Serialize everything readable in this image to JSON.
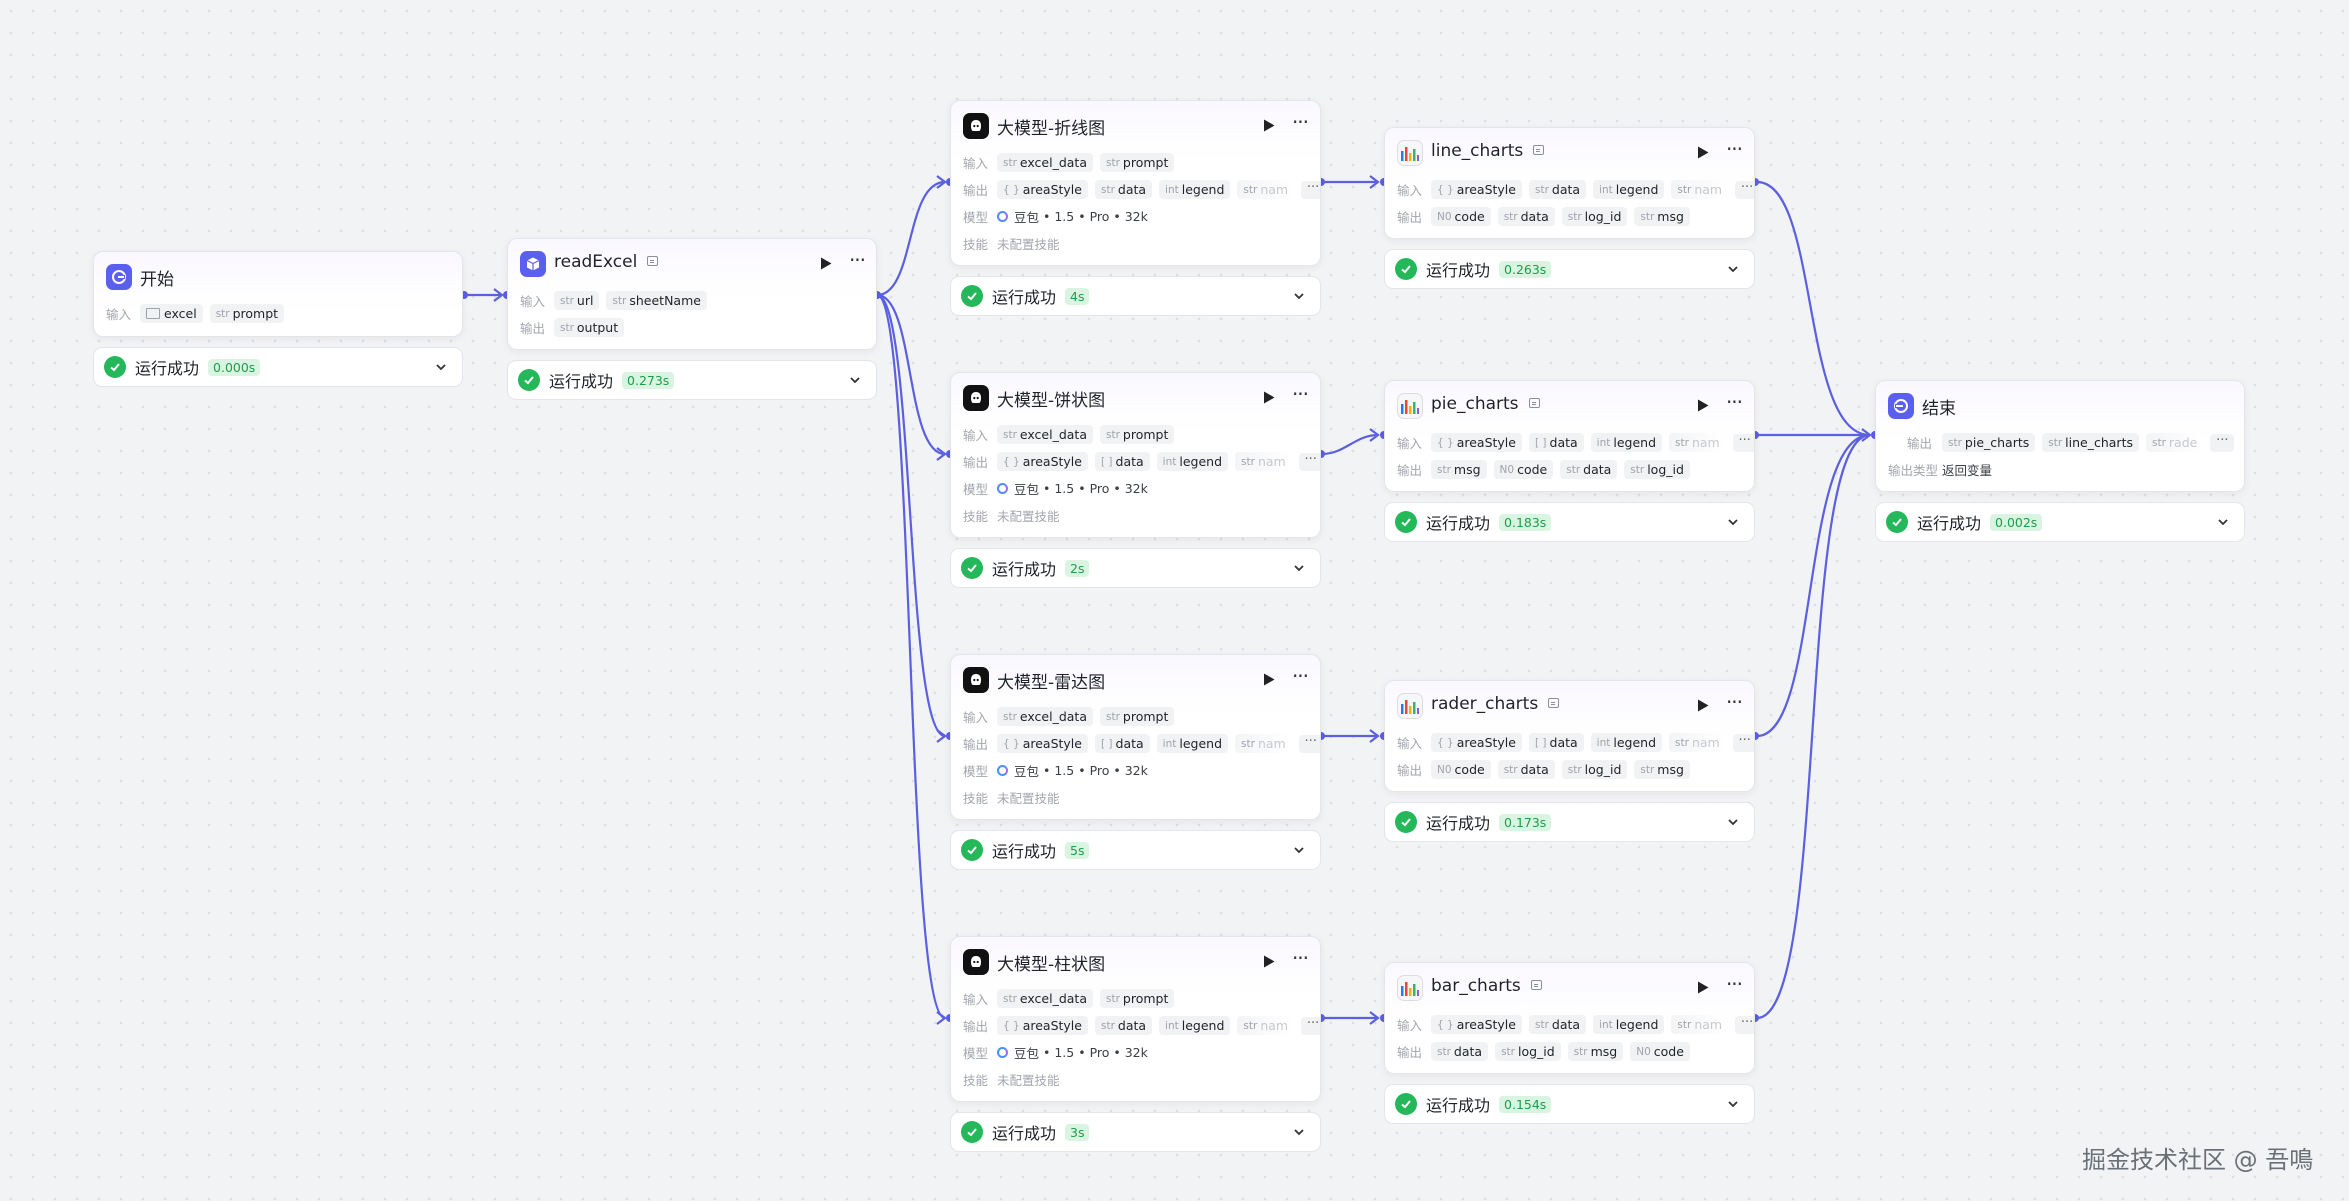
{
  "status_text": "运行成功",
  "watermark": "掘金技术社区 @ 吾鳴",
  "labels": {
    "input": "输入",
    "output": "输出",
    "model": "模型",
    "skill": "技能",
    "output_type": "输出类型",
    "no_skill": "未配置技能"
  },
  "model": {
    "name": "豆包",
    "ver": "1.5",
    "tier": "Pro",
    "ctx": "32k"
  },
  "colors": {
    "accent": "#5b5ff0",
    "edge": "#5b5fe0",
    "success": "#24b85a"
  },
  "nodes": {
    "start": {
      "title": "开始",
      "icon": "start-icon",
      "time": "0.000s",
      "inputs": [
        {
          "type": "folder",
          "name": "excel"
        },
        {
          "type": "str",
          "name": "prompt"
        }
      ]
    },
    "read": {
      "title": "readExcel",
      "icon": "cube-icon",
      "time": "0.273s",
      "inputs": [
        {
          "type": "str",
          "name": "url"
        },
        {
          "type": "str",
          "name": "sheetName"
        }
      ],
      "outputs": [
        {
          "type": "str",
          "name": "output"
        }
      ]
    },
    "llm1": {
      "title": "大模型-折线图",
      "icon": "llm-icon",
      "time": "4s",
      "inputs": [
        {
          "type": "str",
          "name": "excel_data"
        },
        {
          "type": "str",
          "name": "prompt"
        }
      ],
      "outputs": [
        {
          "type": "{ }",
          "name": "areaStyle"
        },
        {
          "type": "str",
          "name": "data"
        },
        {
          "type": "int",
          "name": "legend"
        },
        {
          "type": "str",
          "name": "nam"
        }
      ]
    },
    "llm2": {
      "title": "大模型-饼状图",
      "icon": "llm-icon",
      "time": "2s",
      "inputs": [
        {
          "type": "str",
          "name": "excel_data"
        },
        {
          "type": "str",
          "name": "prompt"
        }
      ],
      "outputs": [
        {
          "type": "{ }",
          "name": "areaStyle"
        },
        {
          "type": "[ ]",
          "name": "data"
        },
        {
          "type": "int",
          "name": "legend"
        },
        {
          "type": "str",
          "name": "nam"
        }
      ]
    },
    "llm3": {
      "title": "大模型-雷达图",
      "icon": "llm-icon",
      "time": "5s",
      "inputs": [
        {
          "type": "str",
          "name": "excel_data"
        },
        {
          "type": "str",
          "name": "prompt"
        }
      ],
      "outputs": [
        {
          "type": "{ }",
          "name": "areaStyle"
        },
        {
          "type": "[ ]",
          "name": "data"
        },
        {
          "type": "int",
          "name": "legend"
        },
        {
          "type": "str",
          "name": "nam"
        }
      ]
    },
    "llm4": {
      "title": "大模型-柱状图",
      "icon": "llm-icon",
      "time": "3s",
      "inputs": [
        {
          "type": "str",
          "name": "excel_data"
        },
        {
          "type": "str",
          "name": "prompt"
        }
      ],
      "outputs": [
        {
          "type": "{ }",
          "name": "areaStyle"
        },
        {
          "type": "str",
          "name": "data"
        },
        {
          "type": "int",
          "name": "legend"
        },
        {
          "type": "str",
          "name": "nam"
        }
      ]
    },
    "p1": {
      "title": "line_charts",
      "icon": "chart-plugin-icon",
      "time": "0.263s",
      "inputs": [
        {
          "type": "{ }",
          "name": "areaStyle"
        },
        {
          "type": "str",
          "name": "data"
        },
        {
          "type": "int",
          "name": "legend"
        },
        {
          "type": "str",
          "name": "nam"
        }
      ],
      "outputs": [
        {
          "type": "N0",
          "name": "code"
        },
        {
          "type": "str",
          "name": "data"
        },
        {
          "type": "str",
          "name": "log_id"
        },
        {
          "type": "str",
          "name": "msg"
        }
      ]
    },
    "p2": {
      "title": "pie_charts",
      "icon": "chart-plugin-icon",
      "time": "0.183s",
      "inputs": [
        {
          "type": "{ }",
          "name": "areaStyle"
        },
        {
          "type": "[ ]",
          "name": "data"
        },
        {
          "type": "int",
          "name": "legend"
        },
        {
          "type": "str",
          "name": "nam"
        }
      ],
      "outputs": [
        {
          "type": "str",
          "name": "msg"
        },
        {
          "type": "N0",
          "name": "code"
        },
        {
          "type": "str",
          "name": "data"
        },
        {
          "type": "str",
          "name": "log_id"
        }
      ]
    },
    "p3": {
      "title": "rader_charts",
      "icon": "chart-plugin-icon",
      "time": "0.173s",
      "inputs": [
        {
          "type": "{ }",
          "name": "areaStyle"
        },
        {
          "type": "[ ]",
          "name": "data"
        },
        {
          "type": "int",
          "name": "legend"
        },
        {
          "type": "str",
          "name": "nam"
        }
      ],
      "outputs": [
        {
          "type": "N0",
          "name": "code"
        },
        {
          "type": "str",
          "name": "data"
        },
        {
          "type": "str",
          "name": "log_id"
        },
        {
          "type": "str",
          "name": "msg"
        }
      ]
    },
    "p4": {
      "title": "bar_charts",
      "icon": "chart-plugin-icon",
      "time": "0.154s",
      "inputs": [
        {
          "type": "{ }",
          "name": "areaStyle"
        },
        {
          "type": "str",
          "name": "data"
        },
        {
          "type": "int",
          "name": "legend"
        },
        {
          "type": "str",
          "name": "nam"
        }
      ],
      "outputs": [
        {
          "type": "str",
          "name": "data"
        },
        {
          "type": "str",
          "name": "log_id"
        },
        {
          "type": "str",
          "name": "msg"
        },
        {
          "type": "N0",
          "name": "code"
        }
      ]
    },
    "end": {
      "title": "结束",
      "icon": "end-icon",
      "time": "0.002s",
      "outputs": [
        {
          "type": "str",
          "name": "pie_charts"
        },
        {
          "type": "str",
          "name": "line_charts"
        },
        {
          "type": "str",
          "name": "rade"
        }
      ],
      "output_type": "返回变量"
    }
  }
}
